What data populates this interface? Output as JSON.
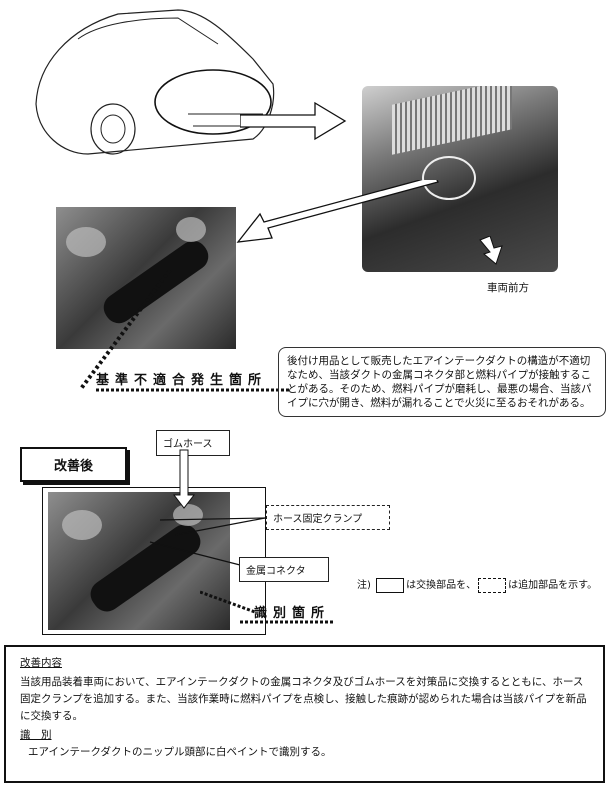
{
  "diagram": {
    "direction_label": "車両前方",
    "issue_note": "後付け用品として販売したエアインテークダクトの構造が不適切なため、当該ダクトの金属コネクタ部と燃料パイプが接触することがある。そのため、燃料パイプが磨耗し、最悪の場合、当該パイプに穴が開き、燃料が漏れることで火災に至るおそれがある。",
    "issue_location_label": "基準不適合発生箇所",
    "after_label": "改善後",
    "rubber_hose_label": "ゴムホース",
    "hose_clamp_label": "ホース固定クランプ",
    "metal_connector_label": "金属コネクタ",
    "id_location_label": "識別箇所",
    "legend": {
      "prefix": "注)",
      "replace_text": "は交換部品を、",
      "add_text": "は追加部品を示す。"
    }
  },
  "improvement": {
    "heading": "改善内容",
    "body": "当該用品装着車両において、エアインテークダクトの金属コネクタ及びゴムホースを対策品に交換するとともに、ホース固定クランプを追加する。また、当該作業時に燃料パイプを点検し、接触した痕跡が認められた場合は当該パイプを新品に交換する。",
    "id_heading": "識　別",
    "id_body": "エアインテークダクトのニップル頭部に白ペイントで識別する。"
  }
}
